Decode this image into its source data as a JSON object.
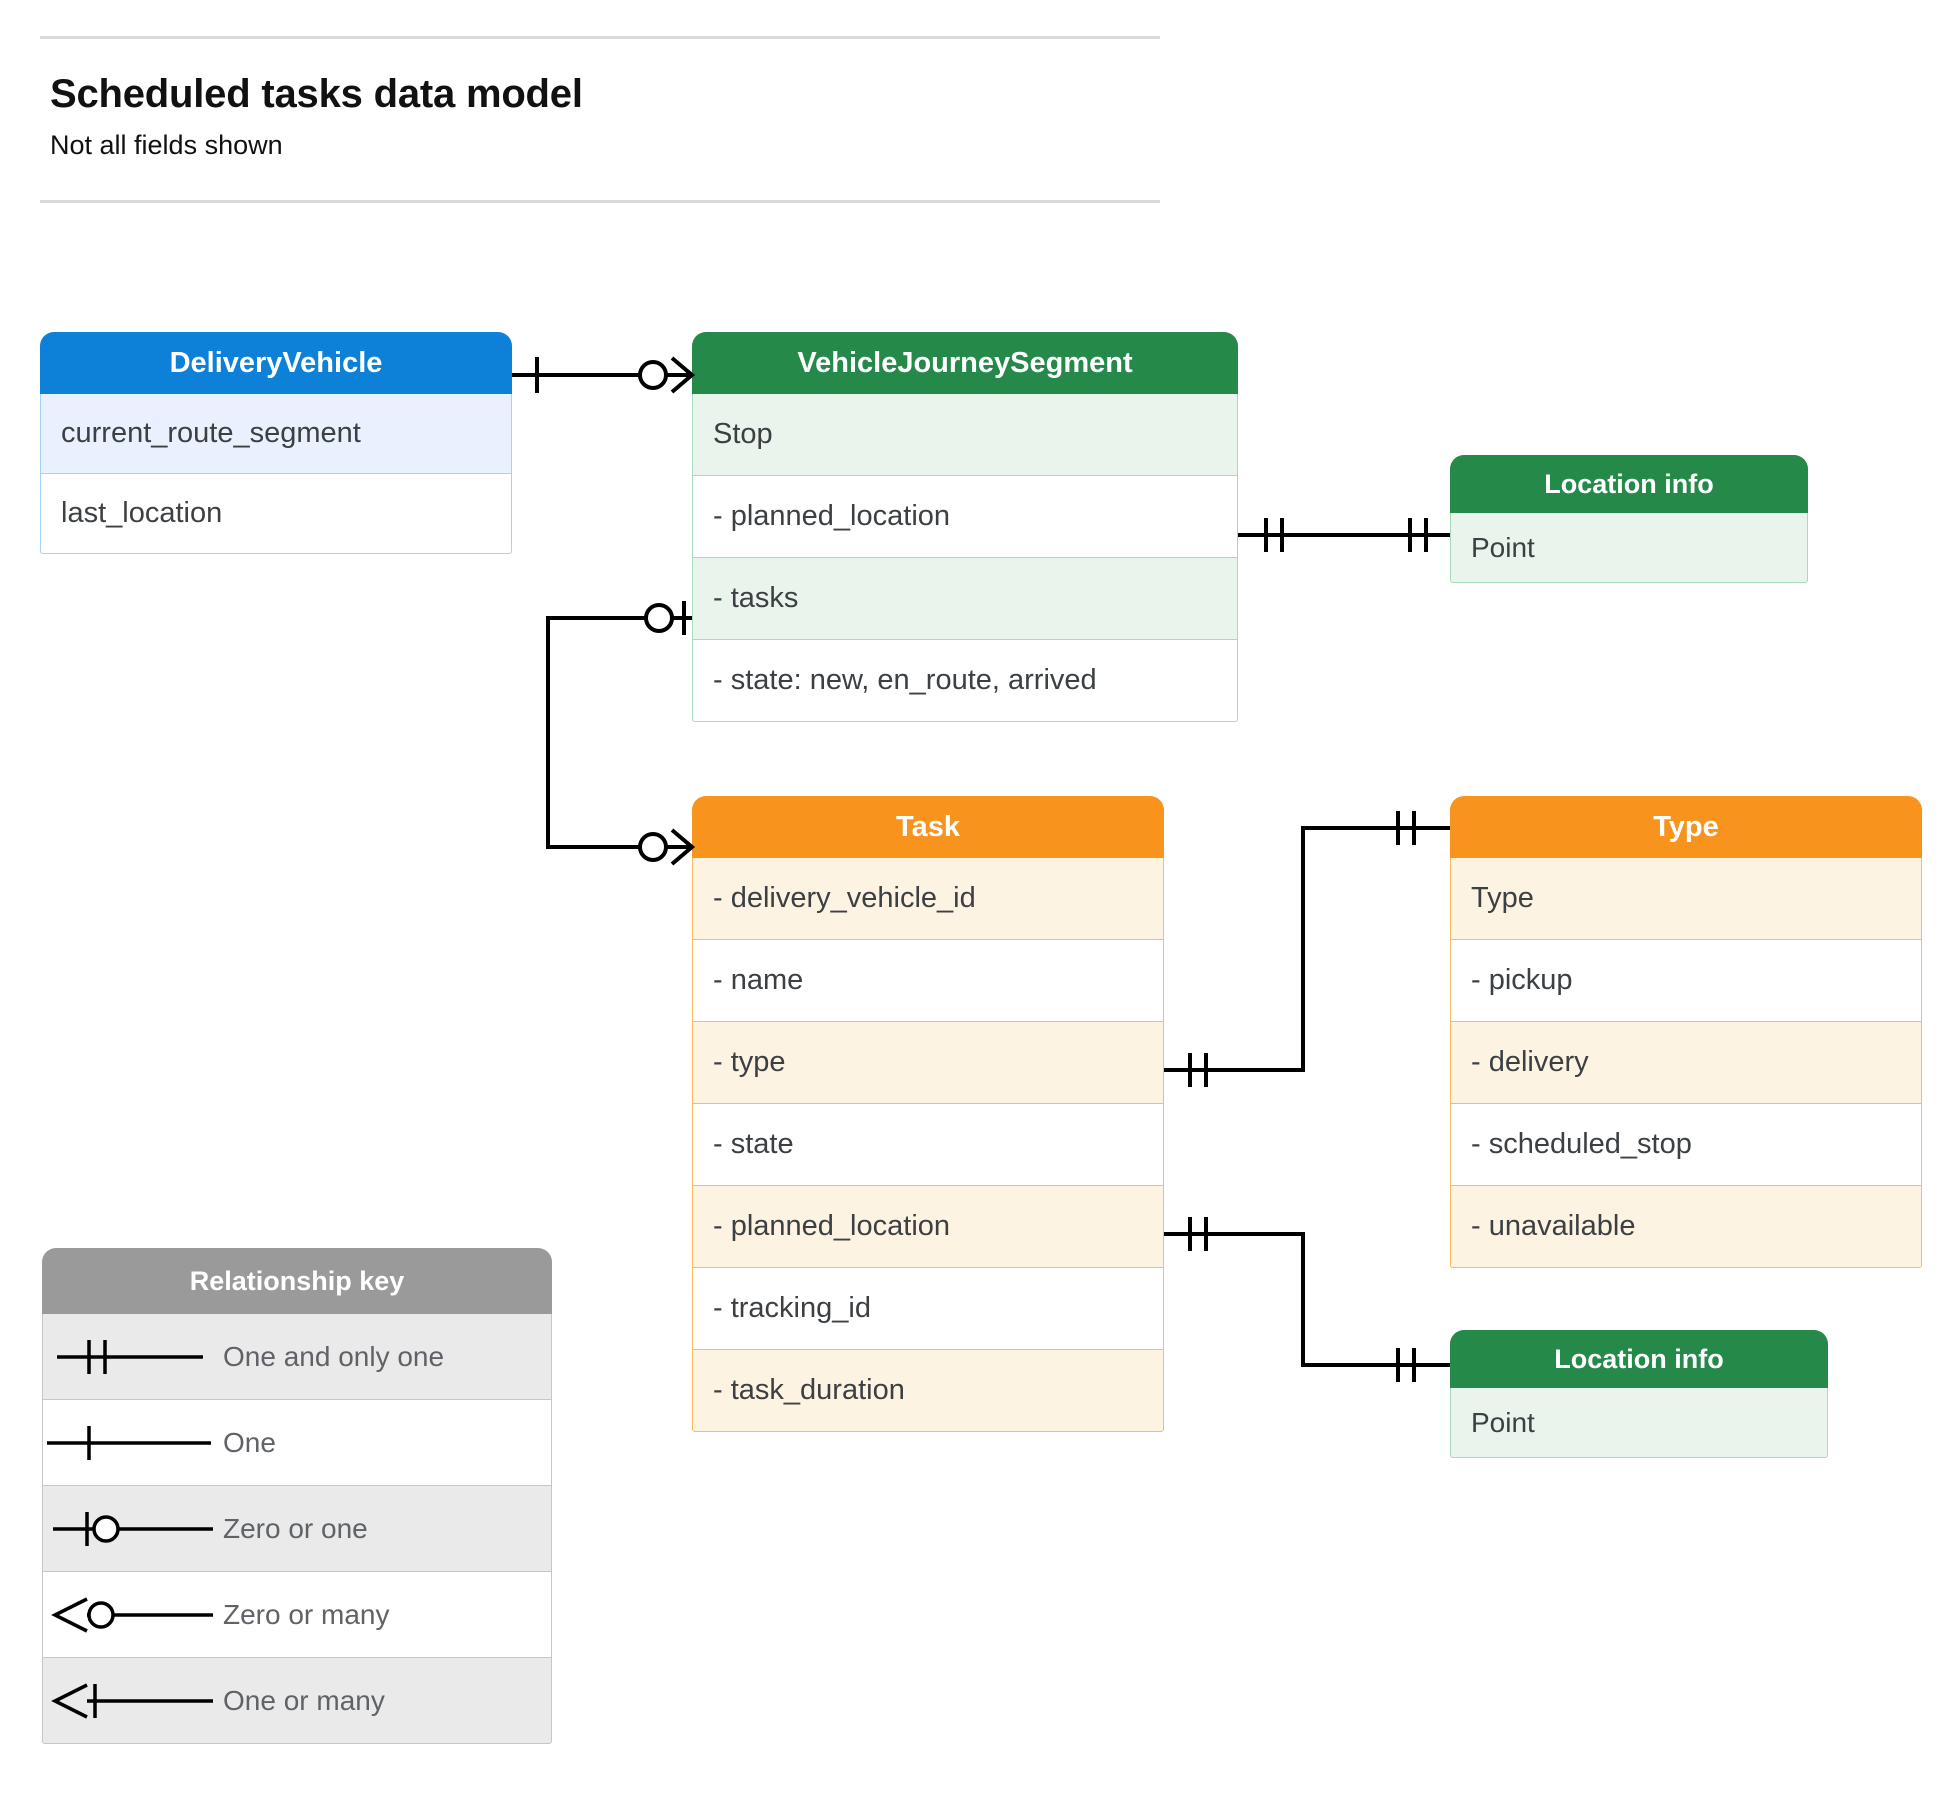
{
  "header": {
    "title": "Scheduled tasks data model",
    "subtitle": "Not all fields shown"
  },
  "colors": {
    "blue_header": "#0d80d8",
    "blue_row": "#e8f1fd",
    "blue_border": "#a5d2f5",
    "green_header": "#25894a",
    "green_row": "#e9f4ec",
    "green_border": "#a8dbbb",
    "orange_header": "#f8941d",
    "orange_row": "#fdf3e3",
    "orange_border": "#f9bd5e",
    "grey_header": "#9a9a9a",
    "grey_row": "#eaeaea",
    "line": "#000000",
    "text": "#3c4043"
  },
  "entities": {
    "delivery_vehicle": {
      "title": "DeliveryVehicle",
      "rows": [
        "current_route_segment",
        "last_location"
      ]
    },
    "vehicle_journey_segment": {
      "title": "VehicleJourneySegment",
      "rows": [
        "Stop",
        "-  planned_location",
        "- tasks",
        "- state: new, en_route, arrived"
      ]
    },
    "location_info_top": {
      "title": "Location info",
      "rows": [
        "Point"
      ]
    },
    "task": {
      "title": "Task",
      "rows": [
        "- delivery_vehicle_id",
        "- name",
        "- type",
        "- state",
        "- planned_location",
        "- tracking_id",
        "- task_duration"
      ]
    },
    "type": {
      "title": "Type",
      "rows": [
        "Type",
        "-   pickup",
        "-   delivery",
        "-   scheduled_stop",
        "-   unavailable"
      ]
    },
    "location_info_bottom": {
      "title": "Location info",
      "rows": [
        "Point"
      ]
    }
  },
  "legend": {
    "title": "Relationship key",
    "items": [
      {
        "label": "One and only one",
        "symbol": "one-and-only-one"
      },
      {
        "label": "One",
        "symbol": "one"
      },
      {
        "label": "Zero or one",
        "symbol": "zero-or-one"
      },
      {
        "label": "Zero or many",
        "symbol": "zero-or-many"
      },
      {
        "label": "One or many",
        "symbol": "one-or-many"
      }
    ]
  },
  "relationships": [
    {
      "from": "DeliveryVehicle",
      "to": "VehicleJourneySegment",
      "from_cardinality": "one",
      "to_cardinality": "zero-or-many"
    },
    {
      "from": "Task",
      "to": "VehicleJourneySegment.tasks",
      "from_cardinality": "zero-or-many",
      "to_cardinality": "zero-or-one"
    },
    {
      "from": "VehicleJourneySegment.planned_location",
      "to": "Location info",
      "from_cardinality": "one-and-only-one",
      "to_cardinality": "one-and-only-one"
    },
    {
      "from": "Task.type",
      "to": "Type",
      "from_cardinality": "one-and-only-one",
      "to_cardinality": "one-and-only-one"
    },
    {
      "from": "Task.planned_location",
      "to": "Location info",
      "from_cardinality": "one-and-only-one",
      "to_cardinality": "one-and-only-one"
    }
  ]
}
